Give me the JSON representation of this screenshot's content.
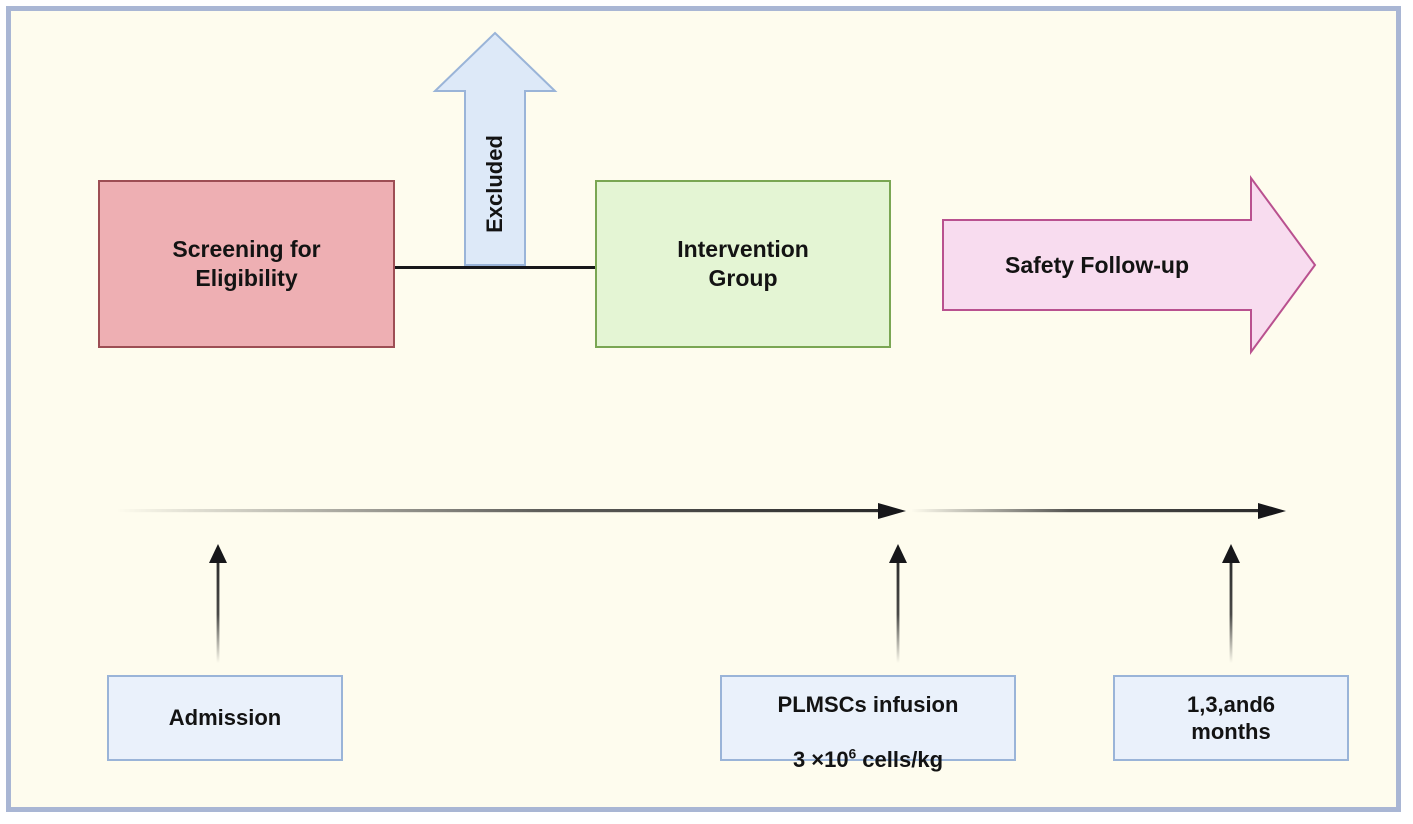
{
  "figure": {
    "background_color": "#fefcee",
    "frame_color": "#a9b6d4"
  },
  "flow": {
    "screening": {
      "label": "Screening for\nEligibility",
      "fill": "#eeafb3",
      "stroke": "#9d4e54"
    },
    "excluded": {
      "label": "Excluded",
      "fill": "#dde9f8",
      "stroke": "#9ab4d8",
      "direction": "up"
    },
    "intervention": {
      "label": "Intervention\nGroup",
      "fill": "#e4f5d4",
      "stroke": "#7aa653"
    },
    "safety_followup": {
      "label": "Safety Follow-up",
      "fill": "#f8dcef",
      "stroke": "#b9518f",
      "direction": "right"
    }
  },
  "timeline": {
    "line_color": "#2a2a2a",
    "events": [
      {
        "id": "admission",
        "label": "Admission",
        "fill": "#eaf1fb",
        "stroke": "#9ab4d8"
      },
      {
        "id": "infusion",
        "line1": "PLMSCs infusion",
        "line2_prefix": "3 ×10",
        "line2_sup": "6",
        "line2_suffix": " cells/kg",
        "fill": "#eaf1fb",
        "stroke": "#9ab4d8"
      },
      {
        "id": "followup",
        "label": "1,3,and6\nmonths",
        "fill": "#eaf1fb",
        "stroke": "#9ab4d8"
      }
    ]
  }
}
